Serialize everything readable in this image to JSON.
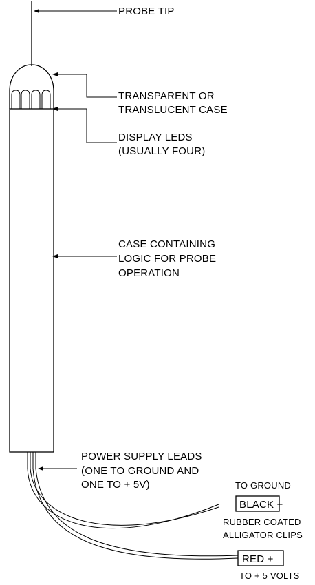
{
  "labels": {
    "probe_tip": "PROBE TIP",
    "case_line1": "TRANSPARENT OR",
    "case_line2": "TRANSLUCENT CASE",
    "leds_line1": "DISPLAY LEDS",
    "leds_line2": "(USUALLY FOUR)",
    "logic_line1": "CASE CONTAINING",
    "logic_line2": "LOGIC FOR PROBE",
    "logic_line3": "OPERATION",
    "power_line1": "POWER SUPPLY LEADS",
    "power_line2": "(ONE TO GROUND AND",
    "power_line3": "ONE TO + 5V)",
    "to_ground": "TO GROUND",
    "black_clip": "BLACK −",
    "clips_line1": "RUBBER COATED",
    "clips_line2": "ALLIGATOR CLIPS",
    "red_clip": "RED   +",
    "to_5v": "TO + 5 VOLTS"
  },
  "colors": {
    "ink": "#000000",
    "background": "#ffffff"
  }
}
